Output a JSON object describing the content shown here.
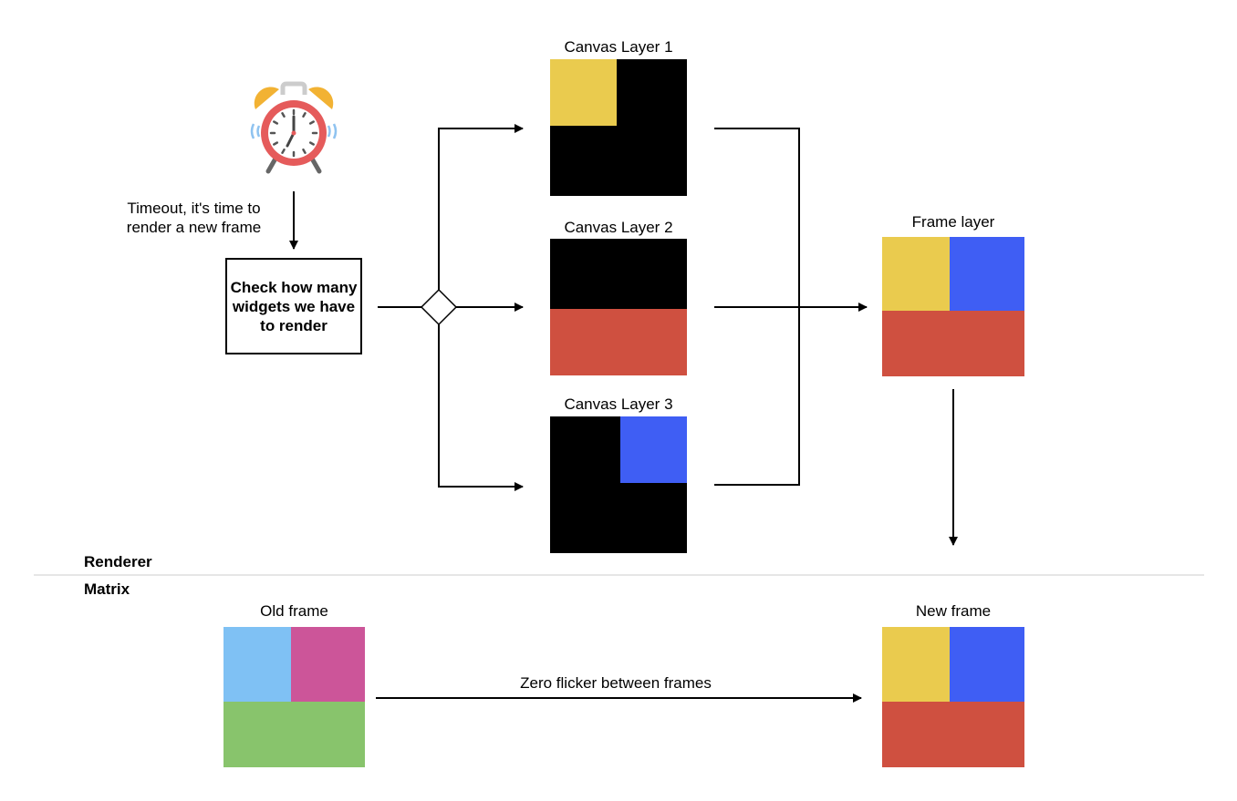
{
  "trigger": {
    "icon": "alarm-clock-icon",
    "text": "Timeout, it's time to render a new frame"
  },
  "check_step": {
    "text": "Check how many widgets we have to render"
  },
  "canvas_layers": [
    {
      "title": "Canvas Layer 1",
      "colors": {
        "base": "#000000",
        "widget": "#EACB4E"
      }
    },
    {
      "title": "Canvas Layer 2",
      "colors": {
        "base": "#000000",
        "widget": "#CF5040"
      }
    },
    {
      "title": "Canvas Layer 3",
      "colors": {
        "base": "#000000",
        "widget": "#3F5EF4"
      }
    }
  ],
  "frame_layer": {
    "title": "Frame layer",
    "colors": {
      "top_left": "#EACB4E",
      "top_right": "#3F5EF4",
      "bottom": "#CF5040"
    }
  },
  "sections": {
    "upper": "Renderer",
    "lower": "Matrix"
  },
  "old_frame": {
    "title": "Old frame",
    "colors": {
      "top_left": "#7FC1F4",
      "top_right": "#CC5599",
      "bottom": "#88C46C"
    }
  },
  "new_frame": {
    "title": "New frame",
    "colors": {
      "top_left": "#EACB4E",
      "top_right": "#3F5EF4",
      "bottom": "#CF5040"
    }
  },
  "transition_label": "Zero flicker between frames",
  "colors": {
    "divider": "#DDDDDD",
    "clock_body": "#E55B5B",
    "clock_bells": "#F2B233",
    "clock_face": "#FFFFFF"
  }
}
